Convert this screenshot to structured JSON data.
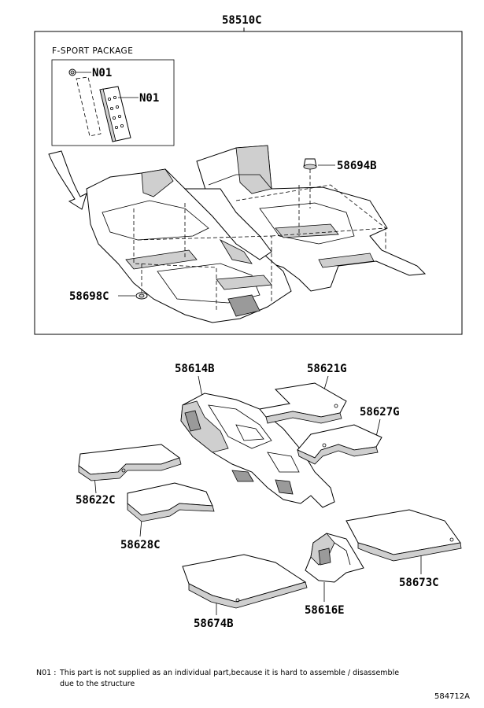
{
  "labels": {
    "assembly": "58510C",
    "package": "F-SPORT PACKAGE",
    "n01_top": "N01",
    "n01_pad": "N01",
    "p58694b": "58694B",
    "p58698c": "58698C",
    "p58614b": "58614B",
    "p58621g": "58621G",
    "p58627g": "58627G",
    "p58622c": "58622C",
    "p58628c": "58628C",
    "p58673c": "58673C",
    "p58616e": "58616E",
    "p58674b": "58674B"
  },
  "footnote": {
    "key": "N01 :",
    "line1": "This part is not supplied as an individual part,because it is hard to assemble / disassemble",
    "line2": "due to the structure"
  },
  "diagram_code": "584712A"
}
